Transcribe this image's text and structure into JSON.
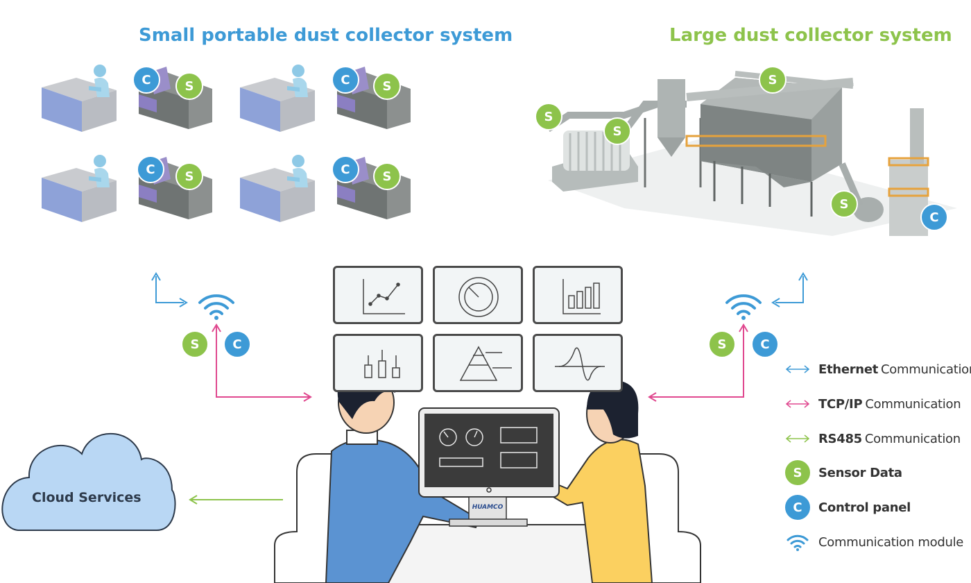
{
  "titles": {
    "small_system": "Small portable dust collector system",
    "large_system": "Large dust collector system"
  },
  "badges": {
    "sensor_letter": "S",
    "control_letter": "C"
  },
  "cloud": {
    "label": "Cloud Services"
  },
  "monitor": {
    "brand": "HUAMCO"
  },
  "legend": [
    {
      "bold": "Ethernet",
      "text": "Communication",
      "icon": "ethernet-arrow-icon",
      "color": "#3d9ad6"
    },
    {
      "bold": "TCP/IP",
      "text": "Communication",
      "icon": "tcpip-arrow-icon",
      "color": "#e0488f"
    },
    {
      "bold": "RS485",
      "text": "Communication",
      "icon": "rs485-arrow-icon",
      "color": "#8dc34b"
    },
    {
      "bold": "Sensor Data",
      "text": "",
      "icon": "sensor-badge-icon",
      "color": "#8dc34b"
    },
    {
      "bold": "Control panel",
      "text": "",
      "icon": "control-badge-icon",
      "color": "#3d9ad6"
    },
    {
      "bold": "",
      "text": "Communication module",
      "icon": "wifi-icon",
      "color": "#3d9ad6"
    }
  ],
  "colors": {
    "ethernet": "#3d9ad6",
    "tcpip": "#e0488f",
    "rs485": "#8dc34b",
    "sensor": "#8dc34b",
    "control": "#3d9ad6"
  }
}
